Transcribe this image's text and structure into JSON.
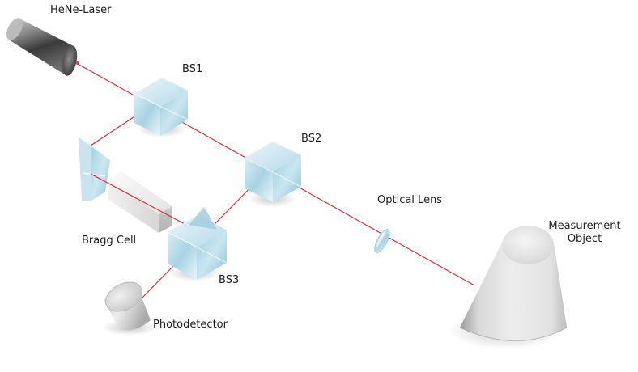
{
  "labels": {
    "laser": "HeNe-Laser",
    "bs1": "BS1",
    "bs2": "BS2",
    "bs3": "BS3",
    "bragg_cell": "Bragg Cell",
    "optical_lens": "Optical Lens",
    "measurement_object_line1": "Measurement",
    "measurement_object_line2": "Object",
    "photodetector": "Photodetector"
  },
  "colors": {
    "beam": "#e0202a",
    "background": "#ffffff",
    "glass": "#bfe0ec",
    "metal": "#7a7a7a",
    "matte": "#e6e6e6"
  }
}
